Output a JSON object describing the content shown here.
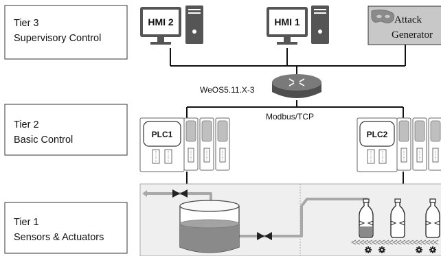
{
  "tiers": [
    {
      "line1": "Tier 3",
      "line2": "Supervisory Control"
    },
    {
      "line1": "Tier 2",
      "line2": "Basic Control"
    },
    {
      "line1": "Tier 1",
      "line2": "Sensors & Actuators"
    }
  ],
  "hmi": [
    {
      "label": "HMI 2"
    },
    {
      "label": "HMI 1"
    }
  ],
  "attack": {
    "line1": "Attack",
    "line2": "Generator"
  },
  "router": {
    "label": "WeOS5.11.X-3"
  },
  "network": {
    "protocol": "Modbus/TCP"
  },
  "plc": [
    {
      "label": "PLC1"
    },
    {
      "label": "PLC2"
    }
  ],
  "colors": {
    "border": "#333333",
    "panel_fill": "#efefef",
    "pipe": "#a8a8a8",
    "attack_fill": "#c8c8c8",
    "router_fill": "#6e6e6e",
    "liquid": "#8a8a8a"
  }
}
